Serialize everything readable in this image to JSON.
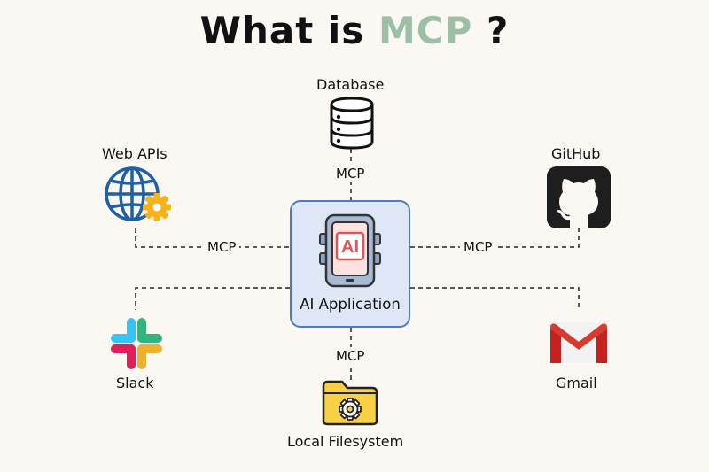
{
  "title": {
    "prefix": "What is ",
    "highlight": "MCP",
    "suffix": " ?",
    "highlight_color": "#9dbfa6"
  },
  "center": {
    "label": "AI Application",
    "chip_text": "AI",
    "icon": "tablet-ai-icon",
    "border_color": "#4d79c7",
    "fill_color": "#dde7f6"
  },
  "connection_label": "MCP",
  "nodes": {
    "database": {
      "label": "Database",
      "icon": "database-icon"
    },
    "web_apis": {
      "label": "Web APIs",
      "icon": "globe-gear-icon"
    },
    "github": {
      "label": "GitHub",
      "icon": "github-icon"
    },
    "slack": {
      "label": "Slack",
      "icon": "slack-icon"
    },
    "gmail": {
      "label": "Gmail",
      "icon": "gmail-icon"
    },
    "filesystem": {
      "label": "Local Filesystem",
      "icon": "folder-gear-icon"
    }
  }
}
